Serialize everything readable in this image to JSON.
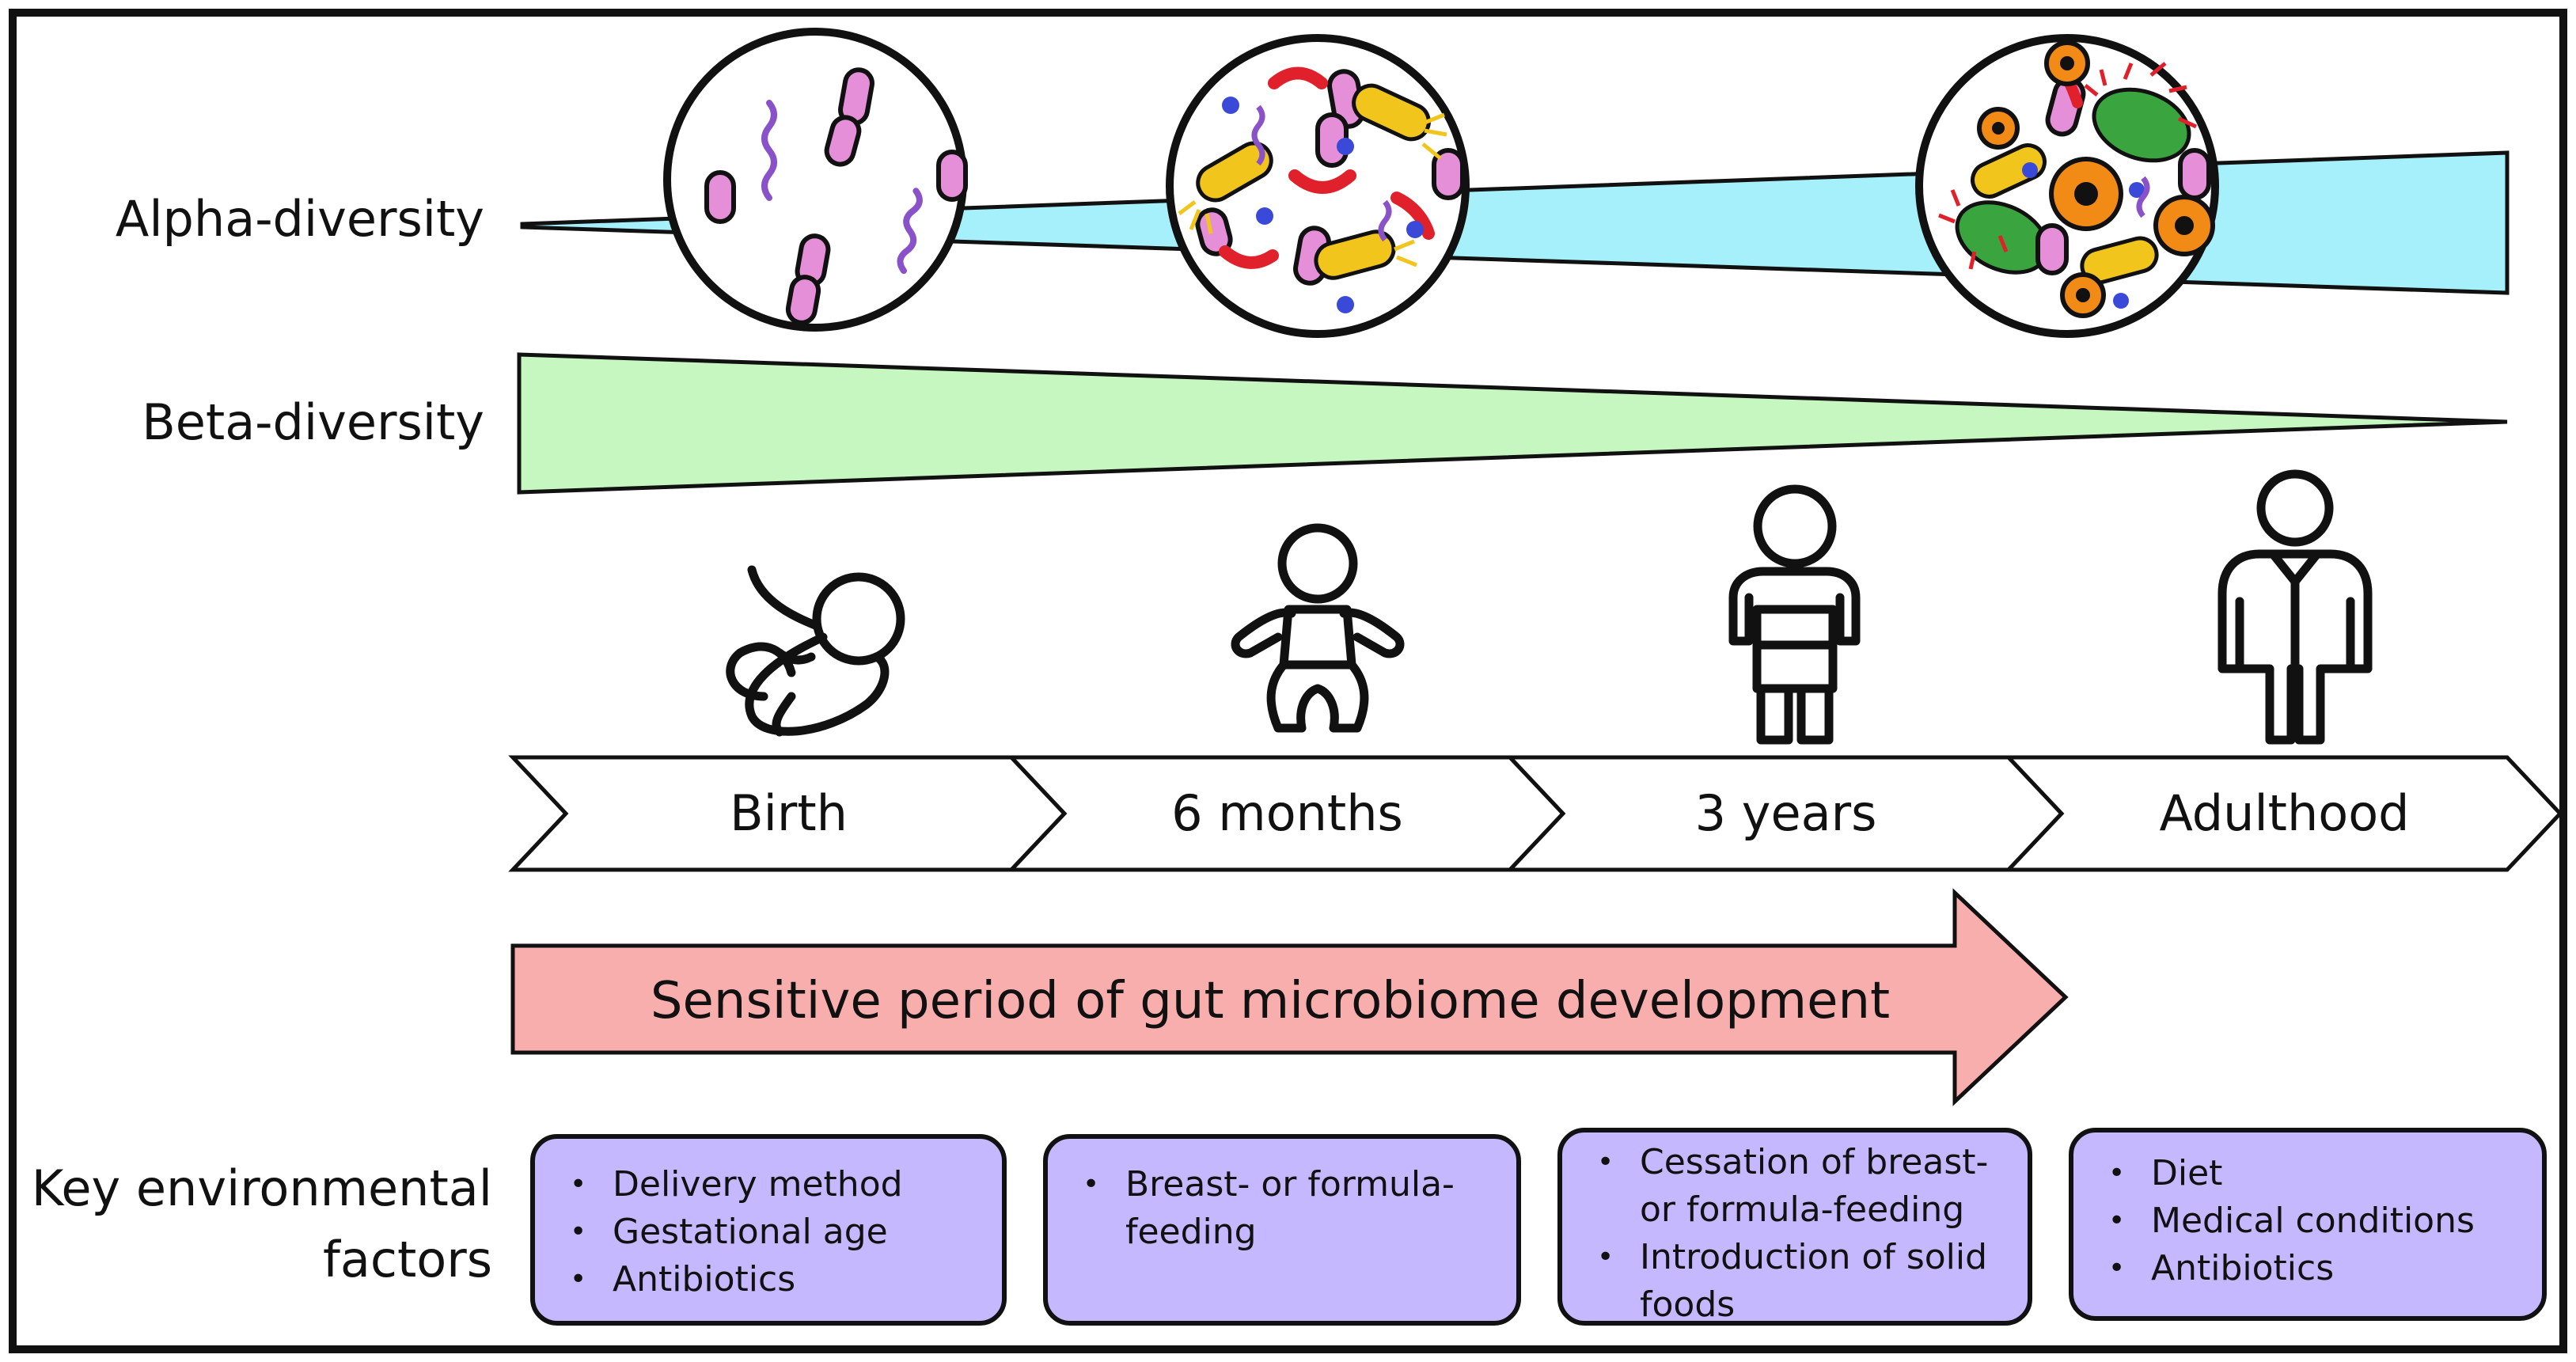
{
  "rows": {
    "alpha_label": "Alpha-diversity",
    "beta_label": "Beta-diversity",
    "factors_label_line1": "Key environmental",
    "factors_label_line2": "factors"
  },
  "stages": [
    {
      "label": "Birth",
      "icon": "fetus-icon"
    },
    {
      "label": "6 months",
      "icon": "baby-icon"
    },
    {
      "label": "3 years",
      "icon": "toddler-icon"
    },
    {
      "label": "Adulthood",
      "icon": "adult-icon"
    }
  ],
  "sensitive_period": "Sensitive period of gut microbiome development",
  "factors": [
    {
      "items": [
        "Delivery method",
        "Gestational age",
        "Antibiotics"
      ]
    },
    {
      "items": [
        "Breast- or formula-\nfeeding"
      ]
    },
    {
      "items": [
        "Cessation of breast-\nor formula-feeding",
        "Introduction of solid\nfoods"
      ]
    },
    {
      "items": [
        "Diet",
        "Medical conditions",
        "Antibiotics"
      ]
    }
  ],
  "colors": {
    "alpha_fill": "#a6f0fb",
    "beta_fill": "#c7f7c0",
    "arrow_fill": "#f9aeae",
    "factor_fill": "#c5b8ff",
    "microbe_pink": "#e68fd9",
    "microbe_purple": "#8a52c9",
    "microbe_red": "#e0212c",
    "microbe_yellow": "#f2c51c",
    "microbe_green": "#3aa53f",
    "microbe_orange": "#f28a16",
    "dot_blue": "#3b49d9"
  }
}
